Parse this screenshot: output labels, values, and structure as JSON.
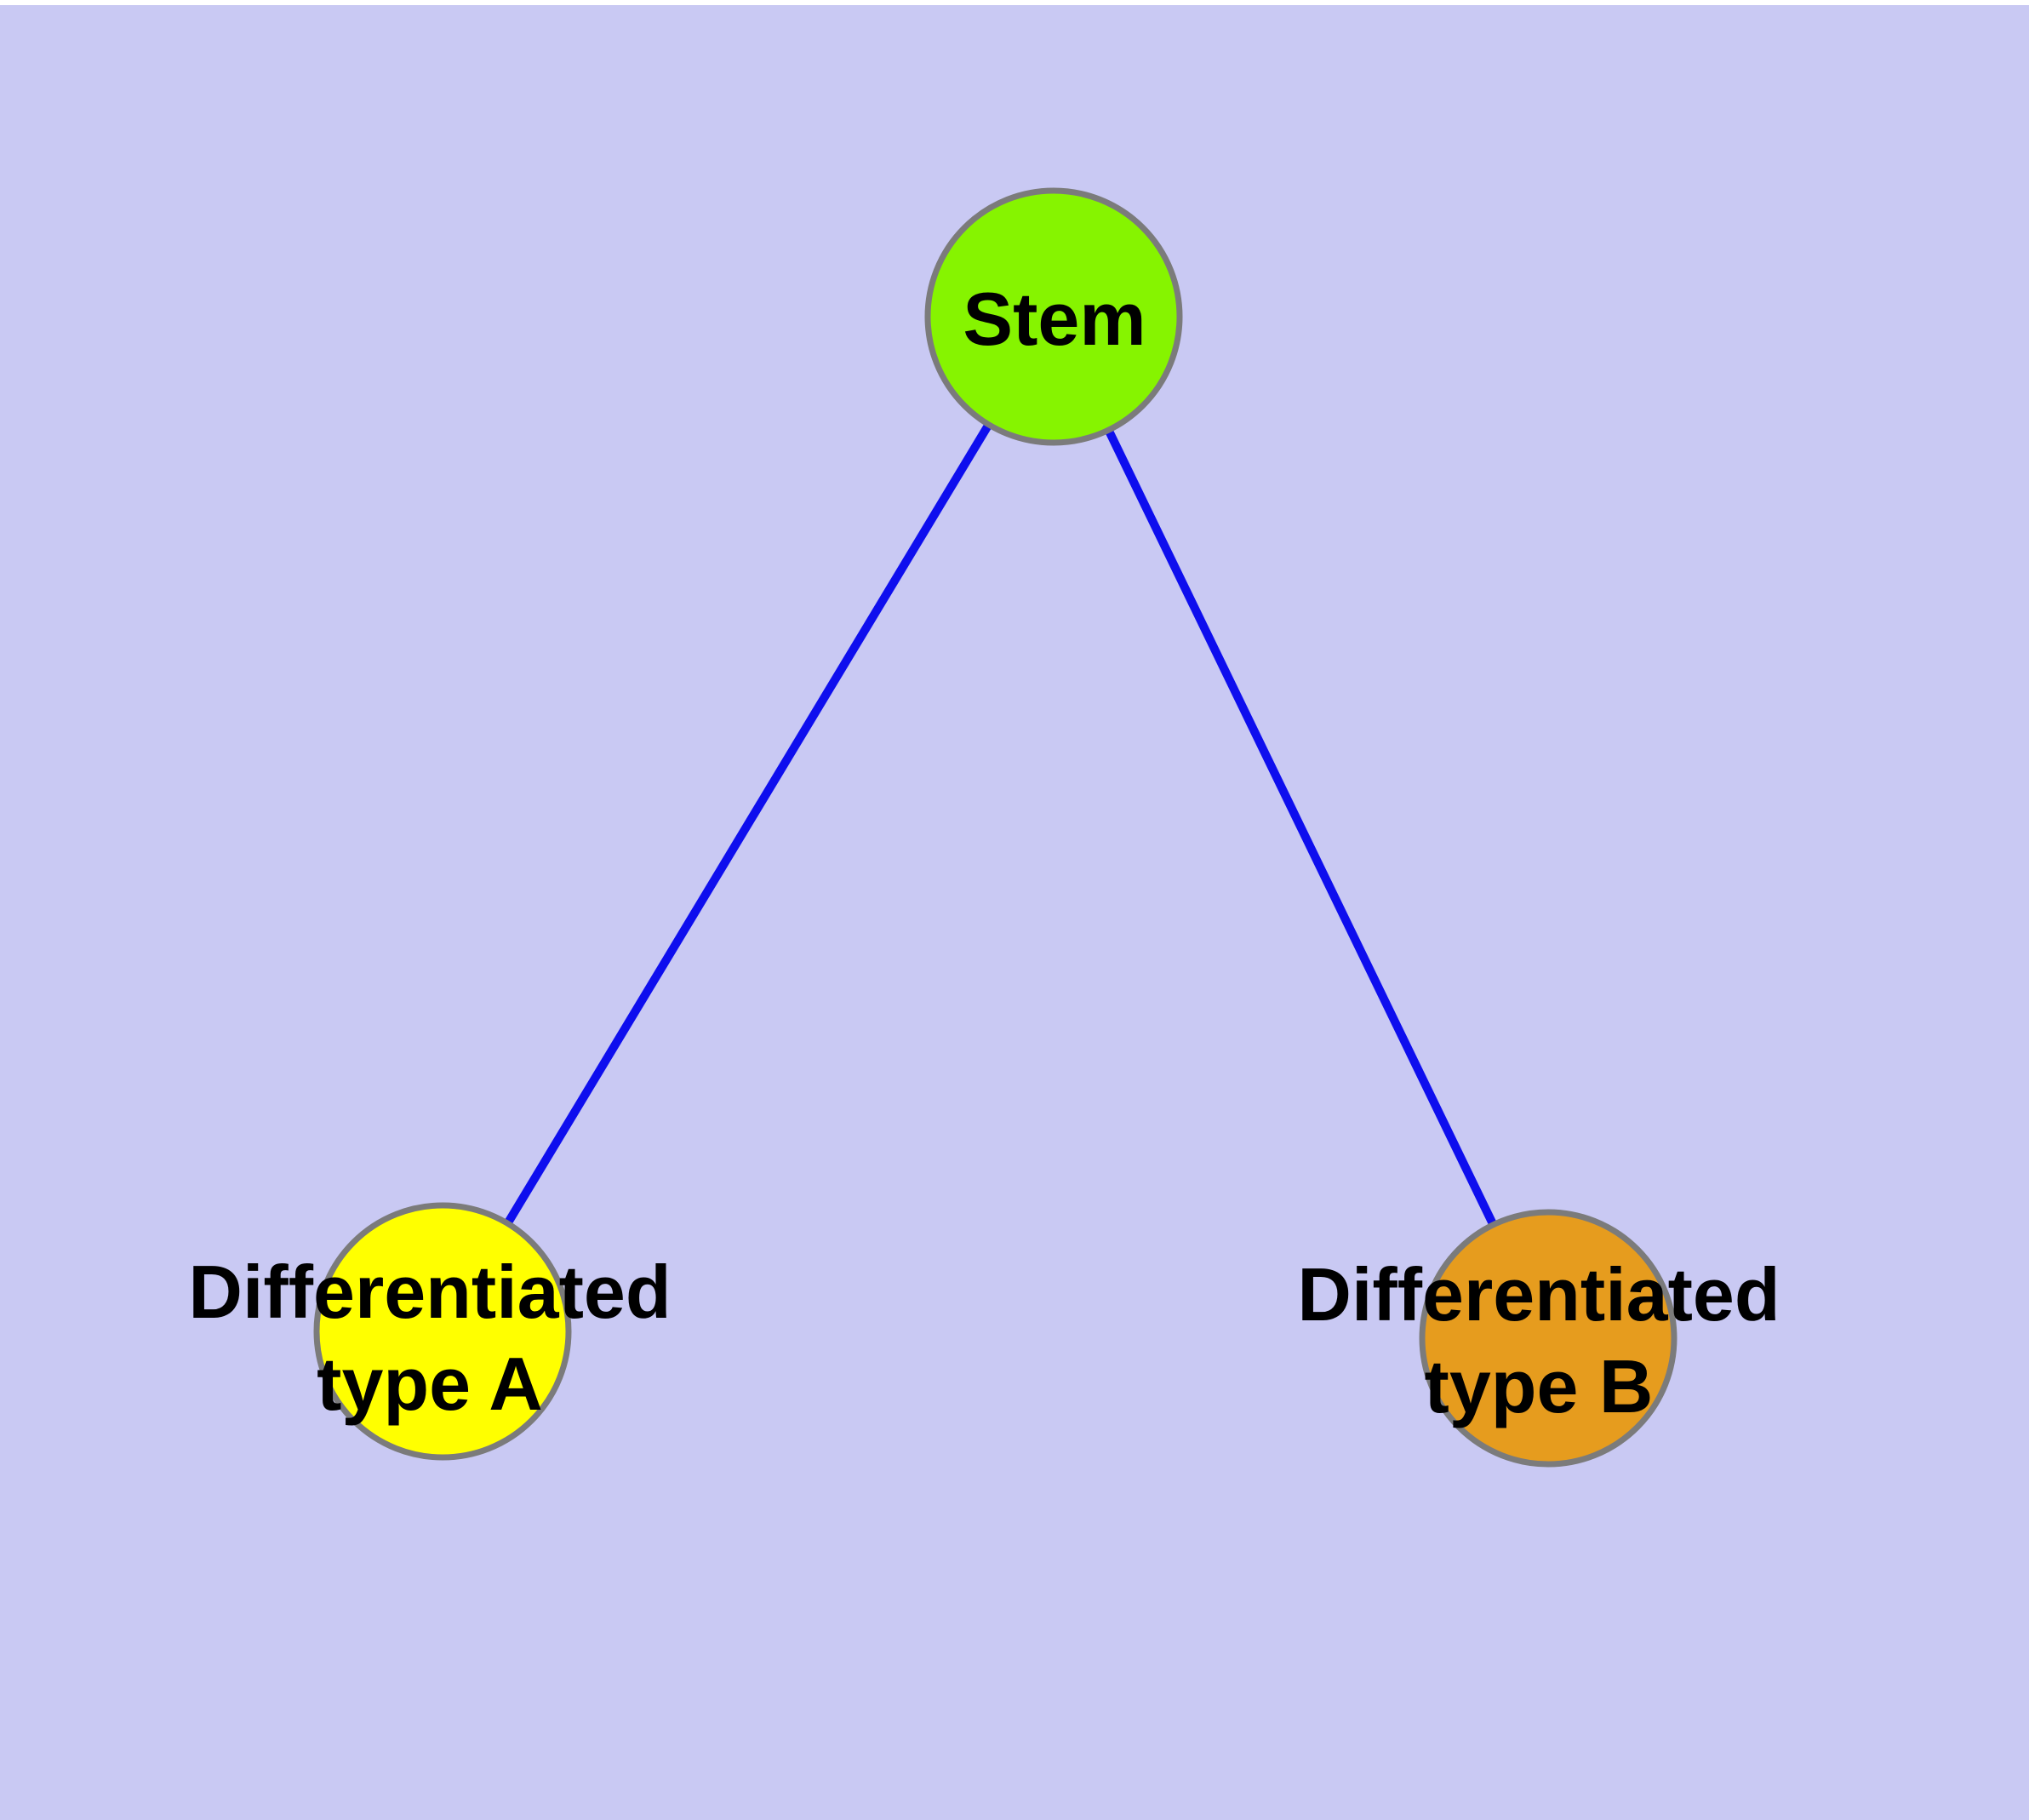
{
  "diagram": {
    "type": "graph",
    "background_color": "#C9C9F3",
    "edge_color": "#0E0EEE",
    "node_border_color": "#7B7B7B",
    "nodes": [
      {
        "id": "stem",
        "label": "Stem",
        "fill": "#86F400"
      },
      {
        "id": "differentiated-type-a",
        "label": "Differentiated\ntype A",
        "fill": "#FFFF00"
      },
      {
        "id": "differentiated-type-b",
        "label": "Differentiated\ntype B",
        "fill": "#E69C1E"
      }
    ],
    "edges": [
      {
        "from": "stem",
        "to": "differentiated-type-a"
      },
      {
        "from": "stem",
        "to": "differentiated-type-b"
      }
    ]
  }
}
